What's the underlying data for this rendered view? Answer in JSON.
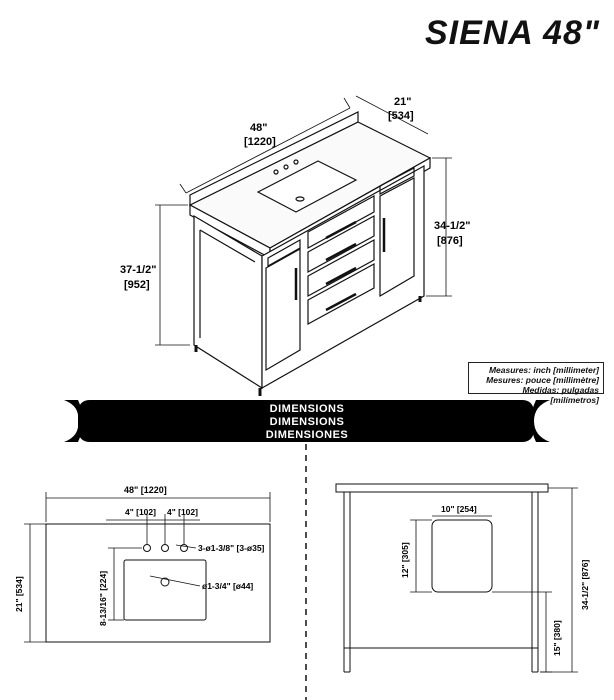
{
  "title": "SIENA 48\"",
  "measures": {
    "line1": "Measures: inch [millimeter]",
    "line2": "Mesures: pouce [millimètre]",
    "line3": "Medidas: pulgadas [milímetros]"
  },
  "banner": {
    "line1": "DIMENSIONS",
    "line2": "DIMENSIONS",
    "line3": "DIMENSIONES"
  },
  "iso": {
    "depth": "21\"",
    "depth_mm": "[534]",
    "width": "48\"",
    "width_mm": "[1220]",
    "cab_height": "34-1/2\"",
    "cab_height_mm": "[876]",
    "total_height": "37-1/2\"",
    "total_height_mm": "[952]"
  },
  "top_view": {
    "width": "48\" [1220]",
    "hole_spacing_1": "4\" [102]",
    "hole_spacing_2": "4\" [102]",
    "faucet_holes": "3-ø1-3/8\" [3-ø35]",
    "drain": "ø1-3/4\" [ø44]",
    "sink_depth": "8-13/16\" [224]",
    "depth": "21\" [534]"
  },
  "side_view": {
    "box_width": "10\" [254]",
    "box_height": "12\" [305]",
    "box_floor": "15\" [380]",
    "height": "34-1/2\" [876]"
  }
}
